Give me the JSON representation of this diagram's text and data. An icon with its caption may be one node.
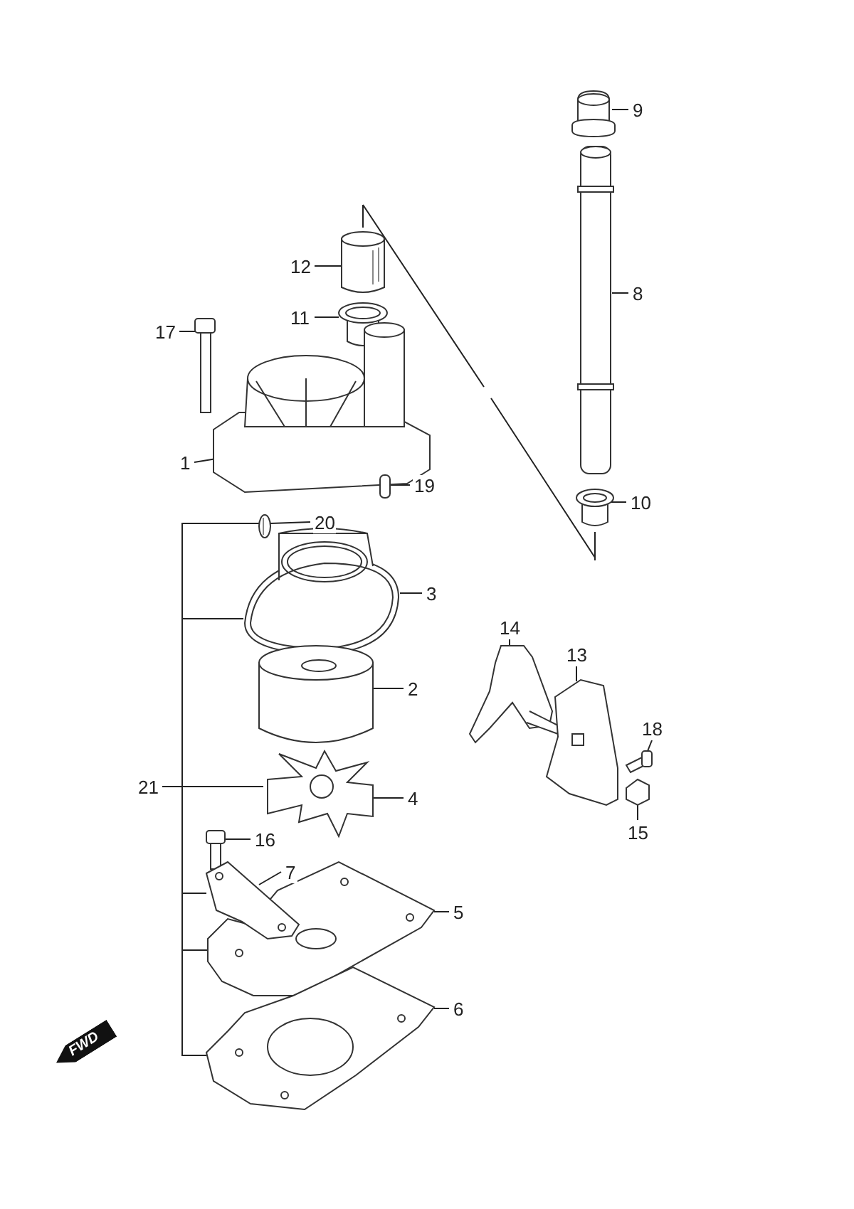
{
  "diagram": {
    "nodes": [
      {
        "text": [
          "9"
        ]
      },
      {
        "text": [],
        "shape": "picture"
      },
      {
        "text": [
          "8"
        ]
      },
      {
        "text": [],
        "shape": "picture"
      },
      {
        "text": [
          "10"
        ]
      },
      {
        "text": [],
        "shape": "picture"
      },
      {
        "text": [
          "12"
        ]
      },
      {
        "text": [],
        "shape": "picture"
      },
      {
        "text": [
          "11"
        ]
      },
      {
        "text": [],
        "shape": "picture"
      },
      {
        "text": [
          "17"
        ]
      },
      {
        "text": [],
        "shape": "picture"
      },
      {
        "text": [
          "1"
        ]
      },
      {
        "text": [],
        "shape": "picture"
      },
      {
        "text": [
          "19"
        ]
      },
      {
        "text": [],
        "shape": "picture"
      },
      {
        "text": [
          "20"
        ]
      },
      {
        "text": [],
        "shape": "picture"
      },
      {
        "text": [
          "3"
        ]
      },
      {
        "text": [],
        "shape": "picture"
      },
      {
        "text": [
          "2"
        ]
      },
      {
        "text": [],
        "shape": "picture"
      },
      {
        "text": [
          "21"
        ]
      },
      {
        "text": [
          "4"
        ]
      },
      {
        "text": [],
        "shape": "picture"
      },
      {
        "text": [
          "16"
        ]
      },
      {
        "text": [],
        "shape": "picture"
      },
      {
        "text": [
          "7"
        ]
      },
      {
        "text": [],
        "shape": "picture"
      },
      {
        "text": [
          "5"
        ]
      },
      {
        "text": [],
        "shape": "picture"
      },
      {
        "text": [
          "6"
        ]
      },
      {
        "text": [],
        "shape": "picture"
      },
      {
        "text": [
          "14"
        ]
      },
      {
        "text": [],
        "shape": "picture"
      },
      {
        "text": [
          "13"
        ]
      },
      {
        "text": [],
        "shape": "picture"
      },
      {
        "text": [
          "18"
        ]
      },
      {
        "text": [],
        "shape": "picture"
      },
      {
        "text": [
          "15"
        ]
      },
      {
        "text": [],
        "shape": "picture"
      }
    ],
    "edges": [
      {
        "from": 0,
        "to": 1,
        "arrow": "none"
      },
      {
        "from": 2,
        "to": 3,
        "arrow": "none"
      },
      {
        "from": 4,
        "to": 5,
        "arrow": "none"
      },
      {
        "from": 6,
        "to": 7,
        "arrow": "none"
      },
      {
        "from": 8,
        "to": 9,
        "arrow": "none"
      },
      {
        "from": 10,
        "to": 11,
        "arrow": "none"
      },
      {
        "from": 12,
        "to": 13,
        "arrow": "none"
      },
      {
        "from": 14,
        "to": 15,
        "arrow": "none"
      },
      {
        "from": 16,
        "to": 17,
        "arrow": "none"
      },
      {
        "from": 18,
        "to": 19,
        "arrow": "none"
      },
      {
        "from": 20,
        "to": 21,
        "arrow": "none"
      },
      {
        "from": 23,
        "to": 24,
        "arrow": "none"
      },
      {
        "from": 25,
        "to": 26,
        "arrow": "none"
      },
      {
        "from": 27,
        "to": 28,
        "arrow": "none"
      },
      {
        "from": 29,
        "to": 30,
        "arrow": "none"
      },
      {
        "from": 31,
        "to": 32,
        "arrow": "none"
      },
      {
        "from": 33,
        "to": 34,
        "arrow": "none"
      },
      {
        "from": 35,
        "to": 36,
        "arrow": "none"
      },
      {
        "from": 37,
        "to": 38,
        "arrow": "none"
      },
      {
        "from": 39,
        "to": 40,
        "arrow": "none"
      },
      {
        "from": 22,
        "to": 17,
        "arrow": "none"
      },
      {
        "from": 22,
        "to": 19,
        "arrow": "none"
      },
      {
        "from": 22,
        "to": 24,
        "arrow": "none"
      },
      {
        "from": 22,
        "to": 28,
        "arrow": "none"
      },
      {
        "from": 22,
        "to": 30,
        "arrow": "none"
      },
      {
        "from": 22,
        "to": 32,
        "arrow": "none"
      }
    ],
    "labels": [
      "FWD"
    ]
  }
}
